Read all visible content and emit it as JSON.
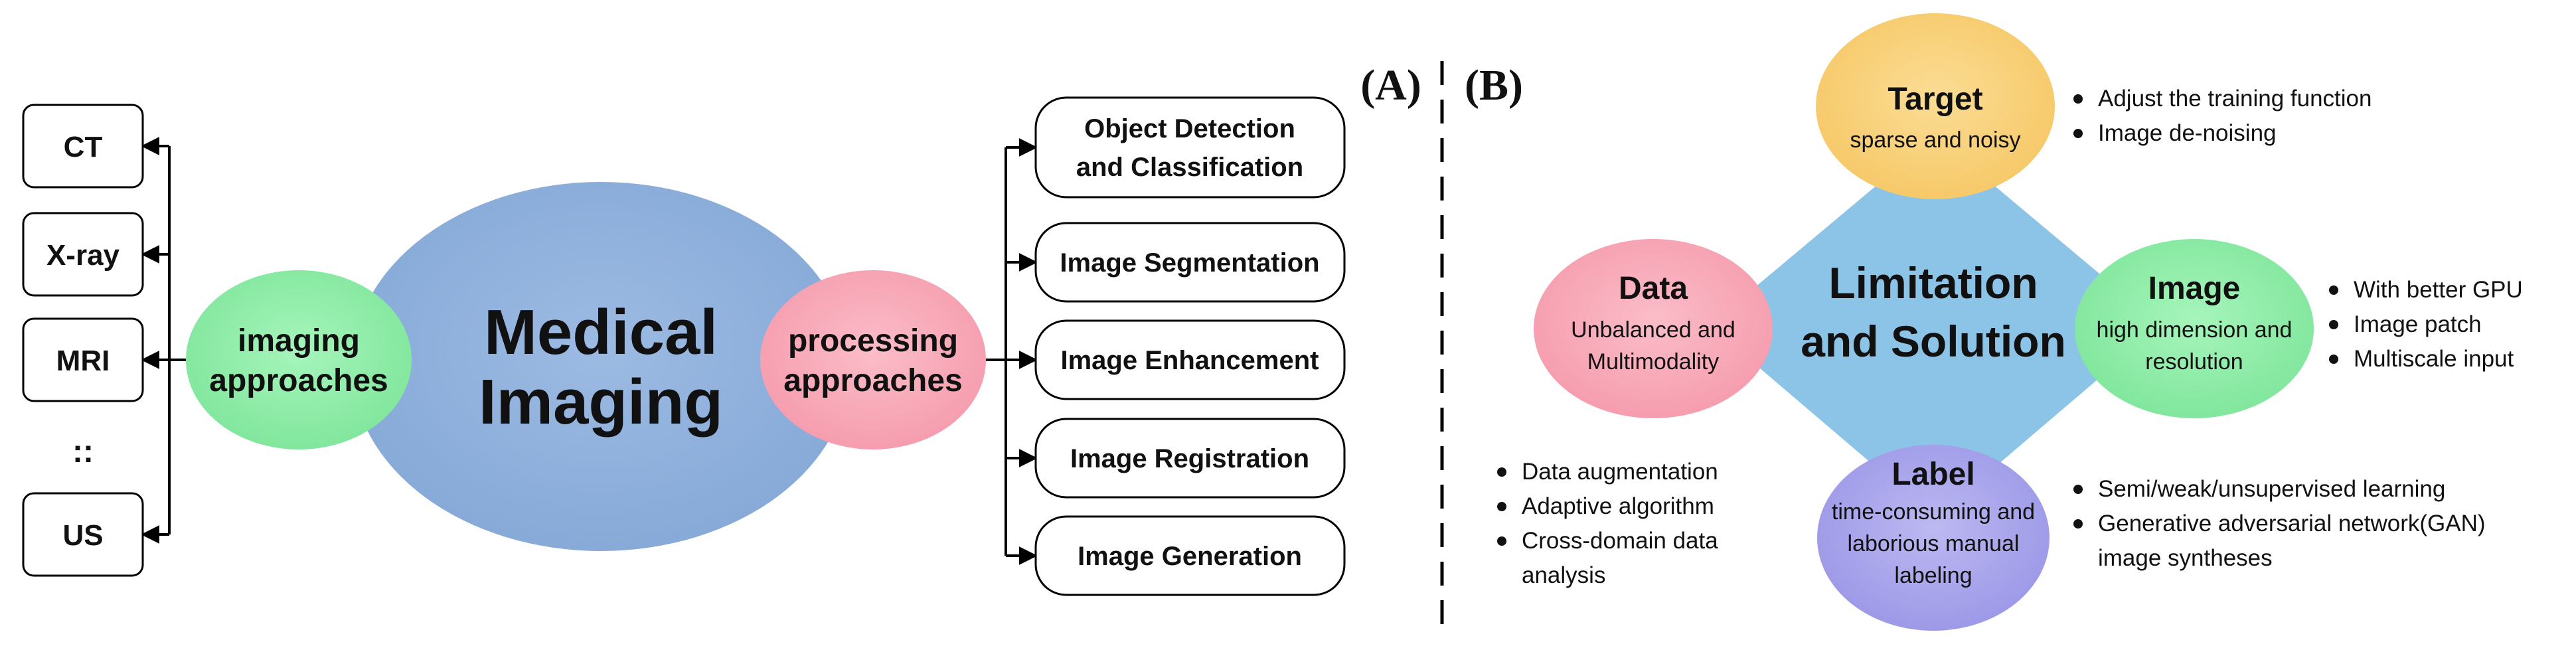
{
  "panel_a": {
    "label": "(A)",
    "center": "Medical\nImaging",
    "left_oval": "imaging\napproaches",
    "right_oval": "processing\napproaches",
    "modalities": [
      "CT",
      "X-ray",
      "MRI",
      "::",
      "US"
    ],
    "tasks": [
      "Object Detection\nand Classification",
      "Image Segmentation",
      "Image Enhancement",
      "Image Registration",
      "Image Generation"
    ]
  },
  "panel_b": {
    "label": "(B)",
    "center": "Limitation\nand Solution",
    "target": {
      "title": "Target",
      "subtitle": "sparse and noisy",
      "bullets": [
        "Adjust the training function",
        "Image de-noising"
      ]
    },
    "data": {
      "title": "Data",
      "subtitle": "Unbalanced and\nMultimodality",
      "bullets": [
        "Data augmentation",
        "Adaptive algorithm",
        "Cross-domain data\nanalysis"
      ]
    },
    "image": {
      "title": "Image",
      "subtitle": "high dimension and\nresolution",
      "bullets": [
        "With better GPU",
        "Image patch",
        "Multiscale input"
      ]
    },
    "label_node": {
      "title": "Label",
      "subtitle": "time-consuming and\nlaborious manual\nlabeling",
      "bullets": [
        "Semi/weak/unsupervised learning",
        "Generative adversarial network(GAN)\nimage syntheses"
      ]
    }
  },
  "colors": {
    "center_blue": "#8EAFDA",
    "green_oval": "#8CEBA5",
    "pink_oval": "#F8A9B8",
    "diamond_blue": "#8CC4E8",
    "yellow": "#F9D27A",
    "lavender": "#A9A6EC",
    "line": "#000000"
  }
}
